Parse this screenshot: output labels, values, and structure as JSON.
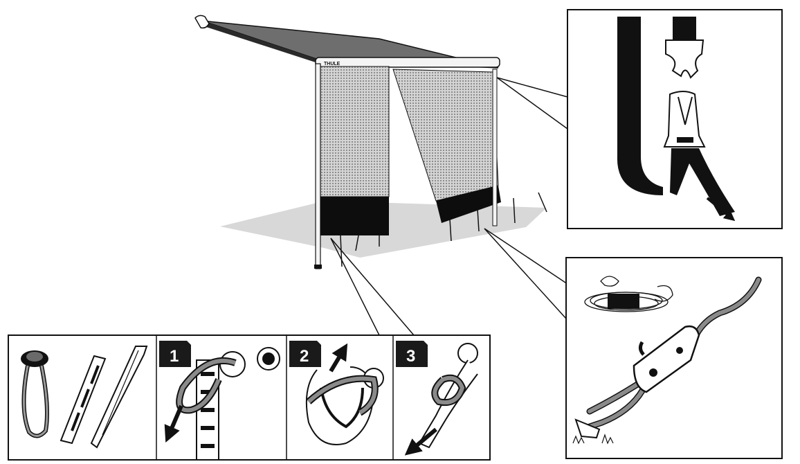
{
  "awning": {
    "brand_label": "THULE"
  },
  "steps": [
    {
      "number": "1"
    },
    {
      "number": "2"
    },
    {
      "number": "3"
    }
  ],
  "icons": {
    "accessories": [
      "rubber-loop-icon",
      "strap-icon",
      "tent-peg-icon"
    ],
    "detail_top": "strap-buckle-icon",
    "detail_bottom": "guy-rope-tensioner-icon",
    "coiled_rope": "coiled-rope-icon"
  },
  "colors": {
    "ink": "#111111",
    "ground": "#d6d6d6",
    "mesh": "#9a9a9a",
    "canopy": "#6f6f6f",
    "rope": "#8a8a8a",
    "badge": "#1a1a1a"
  }
}
